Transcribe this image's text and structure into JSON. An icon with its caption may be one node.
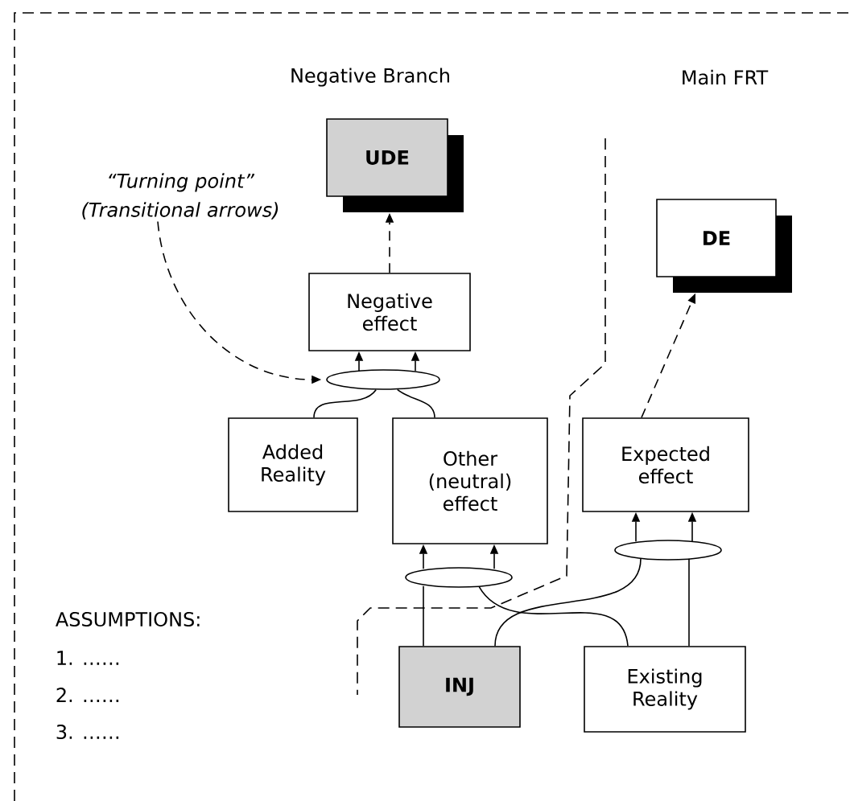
{
  "diagram": {
    "nodes": [
      {
        "text": [
          "UDE"
        ]
      },
      {
        "text": [
          "DE"
        ]
      },
      {
        "text": [
          "Negative effect"
        ]
      },
      {
        "text": [
          "Added Reality"
        ]
      },
      {
        "text": [
          "Other (neutral) effect"
        ]
      },
      {
        "text": [
          "Expected effect"
        ]
      },
      {
        "text": [
          "INJ"
        ]
      },
      {
        "text": [
          "Existing Reality"
        ]
      },
      {
        "text": [],
        "shape": "ellipse"
      },
      {
        "text": [],
        "shape": "ellipse"
      },
      {
        "text": [],
        "shape": "ellipse"
      },
      {
        "text": [
          "“Turning point”",
          "(Transitional arrows)"
        ]
      }
    ],
    "edges": [
      {
        "from": 2,
        "to": 0,
        "arrow": "to",
        "style": "dashed"
      },
      {
        "from": 5,
        "to": 1,
        "arrow": "to",
        "style": "dashed"
      },
      {
        "from": 11,
        "to": 8,
        "arrow": "to",
        "style": "dashed"
      },
      {
        "from": 8,
        "to": 2,
        "arrow": "to"
      },
      {
        "from": 8,
        "to": 2,
        "arrow": "to"
      },
      {
        "from": 3,
        "to": 8,
        "arrow": "none"
      },
      {
        "from": 4,
        "to": 8,
        "arrow": "none"
      },
      {
        "from": 9,
        "to": 4,
        "arrow": "to"
      },
      {
        "from": 9,
        "to": 4,
        "arrow": "to"
      },
      {
        "from": 6,
        "to": 9,
        "arrow": "none"
      },
      {
        "from": 7,
        "to": 9,
        "arrow": "none"
      },
      {
        "from": 6,
        "to": 10,
        "arrow": "none"
      },
      {
        "from": 7,
        "to": 10,
        "arrow": "none"
      },
      {
        "from": 10,
        "to": 5,
        "arrow": "to"
      },
      {
        "from": 10,
        "to": 5,
        "arrow": "to"
      }
    ],
    "labels": [
      "Negative Branch",
      "Main FRT",
      "ASSUMPTIONS:",
      "1. ……",
      "2. ……",
      "3. ……"
    ]
  }
}
